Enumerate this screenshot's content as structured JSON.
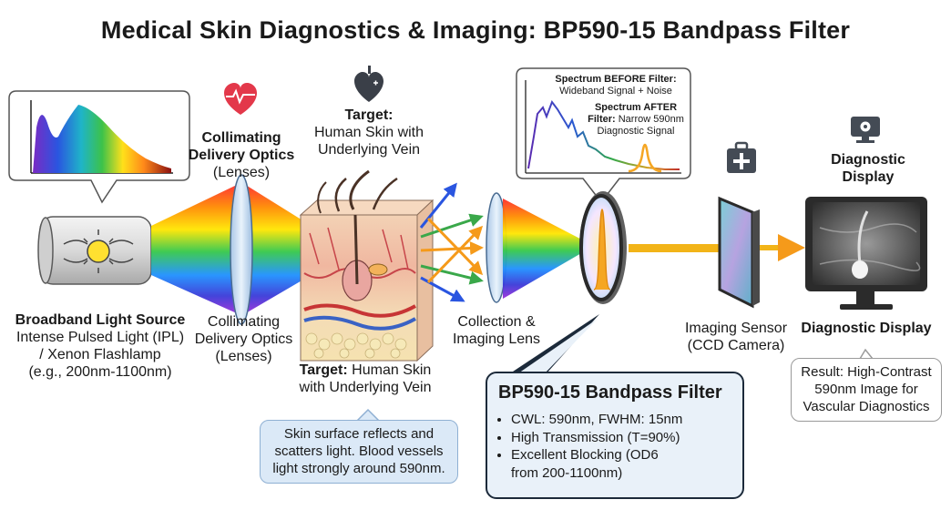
{
  "title": "Medical Skin Diagnostics & Imaging: BP590-15 Bandpass Filter",
  "colors": {
    "filter_glow": "#f5a623",
    "beam": "#f2b418",
    "note_bg": "#dbe9f7",
    "filter_box_bg": "#e9f1f9",
    "box_border": "#1c2a3a"
  },
  "icons": [
    "heart-pulse-icon",
    "heart-icon",
    "medical-kit-icon",
    "monitor-settings-icon",
    "lightbulb-icon"
  ],
  "source": {
    "title": "Broadband Light Source",
    "desc_line1": "Intense Pulsed Light (IPL)",
    "desc_line2": "/ Xenon Flashlamp",
    "desc_line3": "(e.g., 200nm-1100nm)"
  },
  "optics_top": {
    "title_line1": "Collimating",
    "title_line2": "Delivery Optics",
    "sub": "(Lenses)"
  },
  "optics_bottom": {
    "line1": "Collimating",
    "line2": "Delivery Optics",
    "line3": "(Lenses)"
  },
  "target_top": {
    "title": "Target:",
    "line1": "Human Skin with",
    "line2": "Underlying Vein"
  },
  "target_bottom": {
    "bold": "Target:",
    "rest1": " Human Skin",
    "line2": "with Underlying Vein"
  },
  "skin_note": {
    "line1": "Skin surface reflects and",
    "line2": "scatters light. Blood vessels",
    "line3": "light strongly around 590nm."
  },
  "lens2": {
    "line1": "Collection &",
    "line2": "Imaging Lens"
  },
  "spectrum_callout": {
    "before_title": "Spectrum BEFORE Filter:",
    "before_desc": "Wideband Signal + Noise",
    "after_title": "Spectrum AFTER",
    "after_line2_bold": "Filter:",
    "after_line2_rest": " Narrow 590nm",
    "after_line3": "Diagnostic Signal"
  },
  "filter_box": {
    "title": "BP590-15 Bandpass Filter",
    "items": [
      "CWL: 590nm, FWHM: 15nm",
      "High Transmission (T=90%)",
      "Excellent Blocking (OD6 from 200-1100nm)"
    ]
  },
  "sensor": {
    "line1": "Imaging Sensor",
    "line2": "(CCD Camera)"
  },
  "display_top": {
    "line1": "Diagnostic",
    "line2": "Display"
  },
  "display_bottom": {
    "title": "Diagnostic Display"
  },
  "result_note": {
    "line1": "Result: High-Contrast",
    "line2": "590nm Image for",
    "line3": "Vascular Diagnostics"
  }
}
